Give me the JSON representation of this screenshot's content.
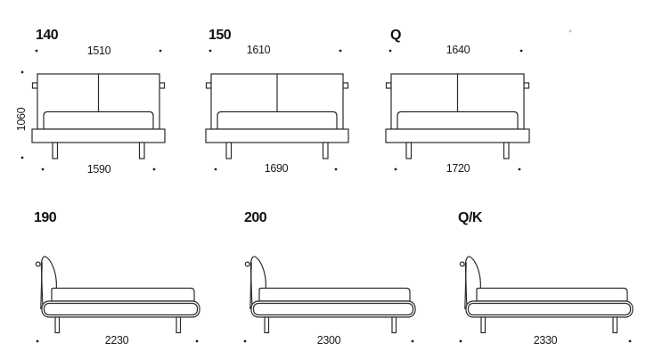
{
  "line_color": "#2a2a2a",
  "text_color": "#111111",
  "overall_height": "1060",
  "figures": [
    {
      "label": "140",
      "view": "front",
      "frame_width": "1510",
      "overall_width": "1590"
    },
    {
      "label": "150",
      "view": "front",
      "frame_width": "1610",
      "overall_width": "1690"
    },
    {
      "label": "Q",
      "view": "front",
      "frame_width": "1640",
      "overall_width": "1720"
    },
    {
      "label": "190",
      "view": "side",
      "overall_length": "2230"
    },
    {
      "label": "200",
      "view": "side",
      "overall_length": "2300"
    },
    {
      "label": "Q/K",
      "view": "side",
      "overall_length": "2330"
    }
  ]
}
